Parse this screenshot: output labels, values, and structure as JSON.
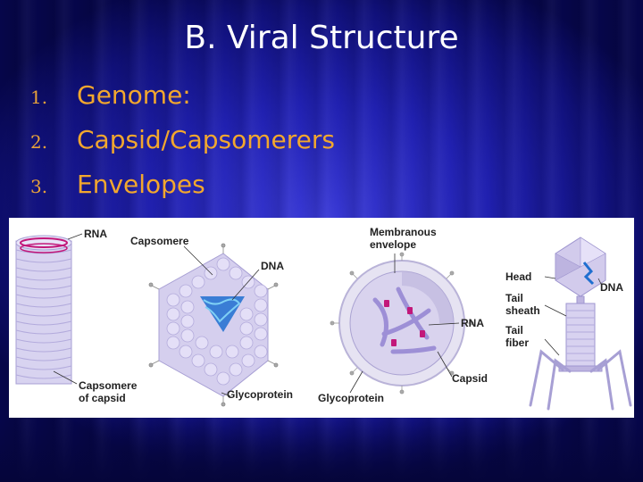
{
  "slide": {
    "title": "B.  Viral Structure",
    "items": [
      {
        "number": "1.",
        "text": "Genome:"
      },
      {
        "number": "2.",
        "text": "Capsid/Capsomerers"
      },
      {
        "number": "3.",
        "text": "Envelopes"
      }
    ]
  },
  "figure": {
    "labels": {
      "rna_helical": "RNA",
      "capsomere_of_capsid_1": "Capsomere",
      "capsomere_of_capsid_2": "of capsid",
      "capsomere": "Capsomere",
      "dna_icosa": "DNA",
      "glycoprotein_icosa": "Glycoprotein",
      "membranous_envelope_1": "Membranous",
      "membranous_envelope_2": "envelope",
      "rna_enveloped": "RNA",
      "capsid": "Capsid",
      "glycoprotein_env": "Glycoprotein",
      "head": "Head",
      "dna_phage": "DNA",
      "tail_sheath_1": "Tail",
      "tail_sheath_2": "sheath",
      "tail_fiber_1": "Tail",
      "tail_fiber_2": "fiber"
    }
  },
  "colors": {
    "background": "#1a1aa0",
    "title": "#ffffff",
    "list_text": "#f2a72e",
    "virus_lavender": "#c9c3e8",
    "genome_magenta": "#c2187a",
    "dna_blue": "#1f6fd0"
  }
}
